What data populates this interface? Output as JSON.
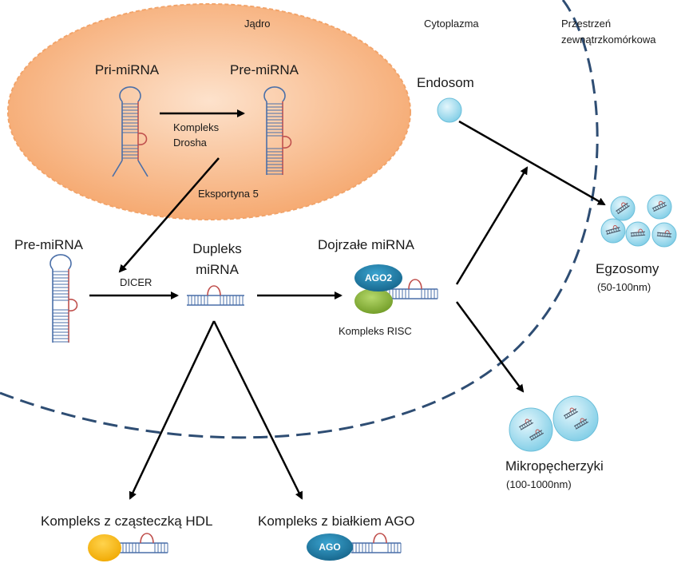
{
  "labels": {
    "nucleus": "Jądro",
    "cytoplasm": "Cytoplazma",
    "extracellular_line1": "Przestrzeń",
    "extracellular_line2": "zewnątrzkomórkowa",
    "pri_mirna": "Pri-miRNA",
    "pre_mirna_nucleus": "Pre-miRNA",
    "drosha_line1": "Kompleks",
    "drosha_line2": "Drosha",
    "exportin": "Eksportyna 5",
    "endosome": "Endosom",
    "pre_mirna_cyto": "Pre-miRNA",
    "dicer": "DICER",
    "duplex_line1": "Dupleks",
    "duplex_line2": "miRNA",
    "mature_mirna": "Dojrzałe miRNA",
    "ago2": "AGO2",
    "risc": "Kompleks RISC",
    "exosomes": "Egzosomy",
    "exosomes_size": "(50-100nm)",
    "microvesicles": "Mikropęcherzyki",
    "microvesicles_size": "(100-1000nm)",
    "hdl_complex": "Kompleks z cząsteczką HDL",
    "ago_complex": "Kompleks z białkiem AGO",
    "ago": "AGO"
  },
  "colors": {
    "nucleus_fill": "#f7b27e",
    "membrane": "#2e4d73",
    "arrow": "#000000",
    "rna_blue": "#4a6fa8",
    "rna_red": "#c0504d",
    "vesicle": "#a8def0",
    "ago_blue": "#1f7ca8",
    "risc_green": "#8dbb3c",
    "hdl_orange": "#f5b800"
  }
}
